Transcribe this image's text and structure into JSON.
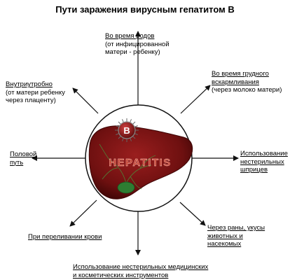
{
  "title": "Пути заражения вирусным гепатитом В",
  "virus_letter": "B",
  "organ_text": "HEPATITIS",
  "routes": {
    "birth": {
      "line1": "Во время родов",
      "line2": "(от инфицированной",
      "line3": "матери - ребенку)"
    },
    "breastfeeding": {
      "line1": "Во время грудного",
      "line2": "вскармливания",
      "line3": "(через молоко матери)"
    },
    "intrauterine": {
      "line1": "Внутриутробно",
      "line2": "(от матери ребенку",
      "line3": "через плаценту)"
    },
    "sexual": {
      "line1": "Половой",
      "line2": "путь"
    },
    "syringes": {
      "line1": "Использование",
      "line2": "нестерильных",
      "line3": "шприцев"
    },
    "transfusion": {
      "line1": "При переливании крови"
    },
    "wounds": {
      "line1": "Через раны, укусы",
      "line2": "животных и",
      "line3": "насекомых"
    },
    "instruments": {
      "line1": "Использование нестерильных медицинских",
      "line2": "и косметических инструментов"
    }
  },
  "colors": {
    "liver": "#7a1414",
    "liver_dark": "#4a0808",
    "gallbladder": "#2e7d32",
    "virus": "#8a1a1a",
    "text_red": "#c23a2a",
    "arrow": "#111111"
  }
}
